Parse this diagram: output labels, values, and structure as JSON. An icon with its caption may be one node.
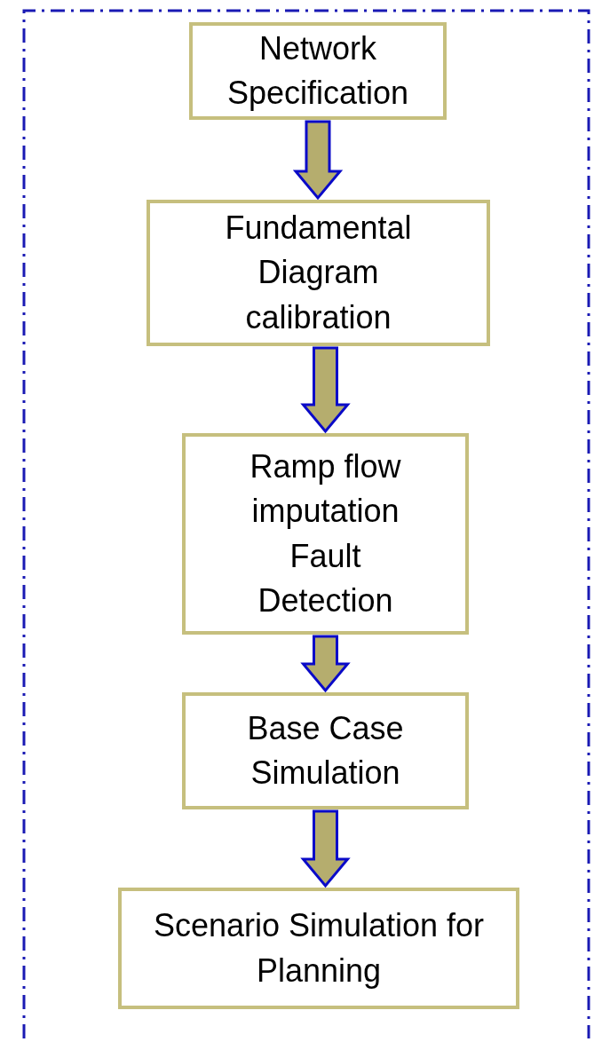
{
  "diagram": {
    "nodes": [
      {
        "text": [],
        "shape": "box"
      },
      {
        "text": [
          "Network Specification"
        ],
        "in": 0
      },
      {
        "text": [
          "Fundamental Diagram calibration"
        ],
        "in": 0
      },
      {
        "text": [
          "Ramp flow imputation Fault Detection"
        ],
        "in": 0
      },
      {
        "text": [
          "Base Case Simulation"
        ],
        "in": 0
      },
      {
        "text": [
          "Scenario Simulation for Planning"
        ],
        "in": 0
      }
    ],
    "edges": [
      {
        "from": 1,
        "to": 2,
        "arrow": "to"
      },
      {
        "from": 2,
        "to": 3,
        "arrow": "to"
      },
      {
        "from": 3,
        "to": 4,
        "arrow": "to"
      },
      {
        "from": 4,
        "to": 5,
        "arrow": "to"
      }
    ]
  }
}
